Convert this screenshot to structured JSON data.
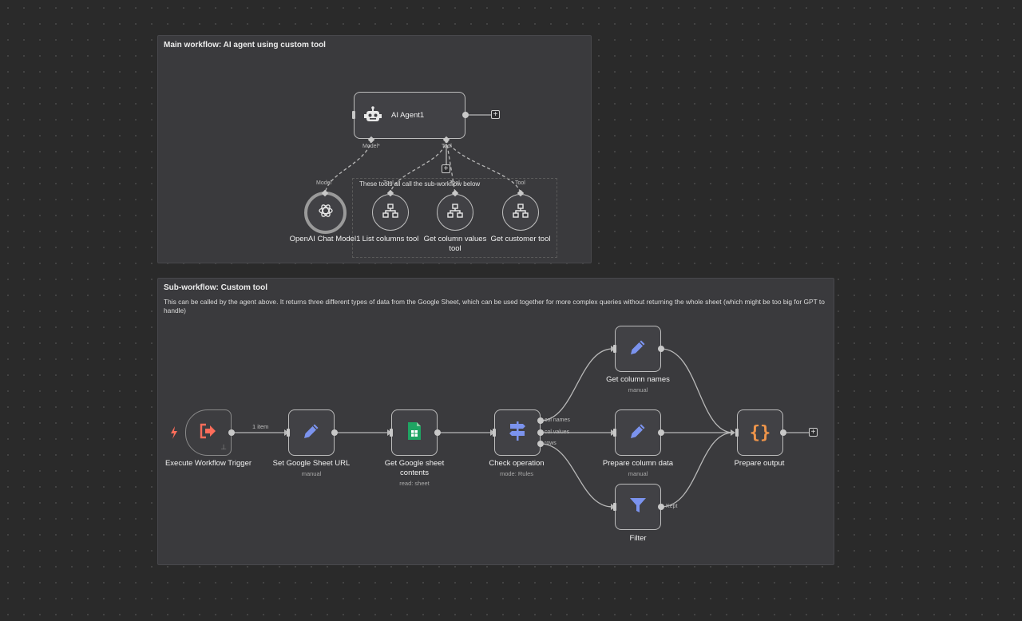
{
  "main_sticky": {
    "title": "Main workflow: AI agent using custom tool",
    "note": "These tools all call the sub-workflow below"
  },
  "sub_sticky": {
    "title": "Sub-workflow: Custom tool",
    "body": "This can be called by the agent above. It returns three different types of data from the Google Sheet, which can be used together for more complex queries without returning the whole sheet (which might be too big for GPT to handle)"
  },
  "agent": {
    "name": "AI Agent1",
    "icon": "robot-icon",
    "port_model": "Model*",
    "port_tool": "Tool"
  },
  "subnodes": [
    {
      "name": "OpenAI Chat Model1",
      "icon": "openai-icon",
      "port": "Model"
    },
    {
      "name": "List columns tool",
      "icon": "workflow-icon",
      "port": "Tool"
    },
    {
      "name": "Get column values tool",
      "icon": "workflow-icon",
      "port": "Tool"
    },
    {
      "name": "Get customer tool",
      "icon": "workflow-icon",
      "port": "Tool"
    }
  ],
  "flow": {
    "trigger": {
      "name": "Execute Workflow Trigger"
    },
    "edge_label": "1 item",
    "set_url": {
      "name": "Set Google Sheet URL",
      "sub": "manual"
    },
    "get_sheet": {
      "name": "Get Google sheet contents",
      "sub": "read: sheet"
    },
    "check": {
      "name": "Check operation",
      "sub": "mode: Rules",
      "outputs": [
        "col names",
        "col values",
        "rows"
      ]
    },
    "get_cols": {
      "name": "Get column names",
      "sub": "manual"
    },
    "prep_cols": {
      "name": "Prepare column data",
      "sub": "manual"
    },
    "filter": {
      "name": "Filter",
      "output": "Kept"
    },
    "prep_out": {
      "name": "Prepare output"
    }
  },
  "colors": {
    "canvas": "#2a2a2a",
    "sticky": "#3a3a3d",
    "trigger_icon": "#ff6d5a",
    "edit_icon": "#7b93ee",
    "sheets_icon": "#1fa463",
    "code_icon": "#f0954a"
  }
}
